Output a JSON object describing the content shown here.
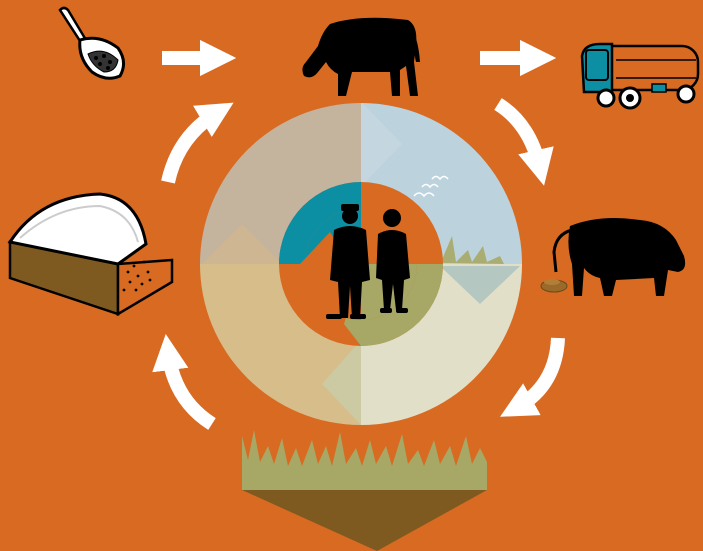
{
  "diagram": {
    "background_color": "#d86a22",
    "arrow_color": "#ffffff",
    "silhouette_color": "#000000",
    "ring_colors": {
      "sky": "#bcd3de",
      "taupe": "#c4b39d",
      "sand": "#d7bd8a",
      "cream": "#e2dfc9",
      "teal": "#0d8fa3",
      "olive": "#a7a865",
      "soil": "#7e5a20"
    },
    "stages": [
      {
        "name": "feed-scoop",
        "icon": "scoop-icon"
      },
      {
        "name": "cow-eating",
        "icon": "cow-eating-icon"
      },
      {
        "name": "milk-tanker",
        "icon": "milk-truck-icon"
      },
      {
        "name": "cow-manure",
        "icon": "cow-manure-icon"
      },
      {
        "name": "grass-field",
        "icon": "grass-soil-icon"
      },
      {
        "name": "covered-silage",
        "icon": "silage-clamp-icon"
      }
    ],
    "center": {
      "icon": "farmers-couple-icon"
    }
  }
}
